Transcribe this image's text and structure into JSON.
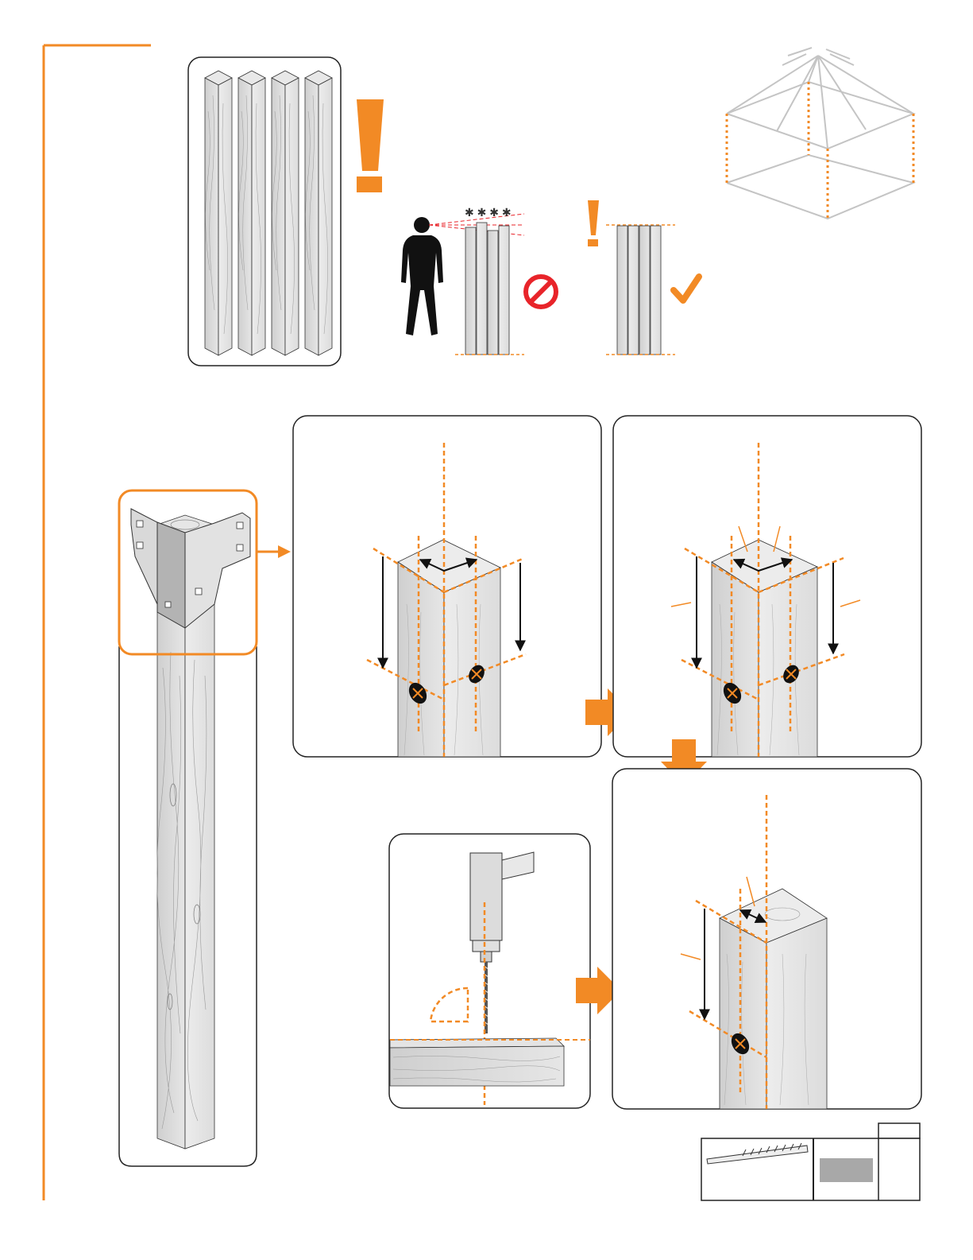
{
  "colors": {
    "accent": "#f28a25",
    "no_sign": "#e8242a",
    "outline": "#222222",
    "wood_light": "#ececec",
    "wood_mid": "#d4d4d4",
    "wood_dark": "#bdbdbd",
    "frame_line": "#c4c4c4",
    "gray_swatch": "#a8a8a8"
  },
  "icons": {
    "warning": "exclamation-icon",
    "prohibited": "no-entry-icon",
    "approved": "checkmark-icon",
    "next_step": "arrow-right-icon",
    "next_step_down": "arrow-down-icon"
  },
  "panels": {
    "posts_overview": "posts-stack",
    "gazebo_reference": "gazebo-frame-outline",
    "bracket_post": "post-with-corner-bracket",
    "measure_step_1": "post-diagonal-measure",
    "measure_step_2": "post-diagonal-measure-check",
    "drill_step": "drill-perpendicular",
    "measure_step_3": "post-single-bracket-mark"
  },
  "parts_table": {
    "header_right": "",
    "part": "screw",
    "part_label": "",
    "quantity": ""
  }
}
